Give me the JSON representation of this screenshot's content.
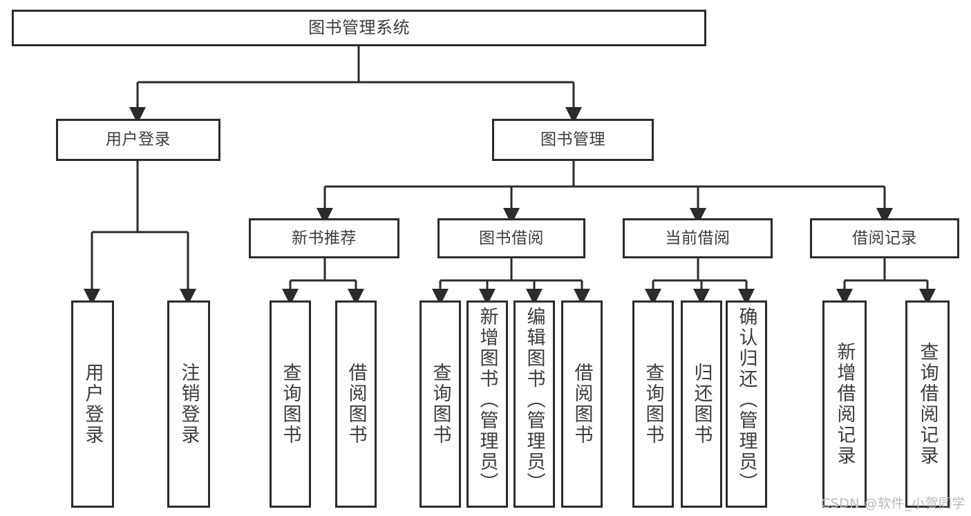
{
  "diagram": {
    "type": "tree",
    "title": "图书管理系统",
    "orientation": "top-down",
    "colors": {
      "stroke": "#2b2b2b",
      "fill": "#ffffff",
      "text": "#3c3c3c",
      "watermark": "#b9b9b9"
    },
    "watermark": "CSDN @软件_小贺同学"
  },
  "nodes": {
    "root": {
      "label": "图书管理系统"
    },
    "level1": [
      {
        "label": "用户登录"
      },
      {
        "label": "图书管理"
      }
    ],
    "level2": [
      {
        "label": "新书推荐"
      },
      {
        "label": "图书借阅"
      },
      {
        "label": "当前借阅"
      },
      {
        "label": "借阅记录"
      }
    ],
    "leaves": {
      "user_login": [
        {
          "label": "用户登录"
        },
        {
          "label": "注销登录"
        }
      ],
      "new_book_recommend": [
        {
          "label": "查询图书"
        },
        {
          "label": "借阅图书"
        }
      ],
      "book_borrow": [
        {
          "label": "查询图书"
        },
        {
          "label": "新增图书（管理员）"
        },
        {
          "label": "编辑图书（管理员）"
        },
        {
          "label": "借阅图书"
        }
      ],
      "current_borrow": [
        {
          "label": "查询图书"
        },
        {
          "label": "归还图书"
        },
        {
          "label": "确认归还（管理员）"
        }
      ],
      "borrow_record": [
        {
          "label": "新增借阅记录"
        },
        {
          "label": "查询借阅记录"
        }
      ]
    }
  }
}
